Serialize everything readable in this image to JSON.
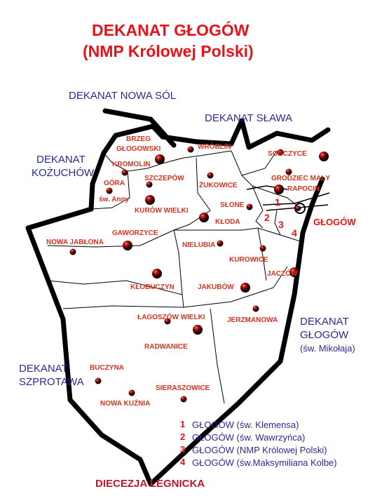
{
  "title": {
    "line1": "DEKANAT GŁOGÓW",
    "line2": "(NMP Królowej Polski)"
  },
  "neighbors": {
    "nowa_sol": "DEKANAT NOWA SÓL",
    "slawa": "DEKANAT SŁAWA",
    "kozuchow_1": "DEKANAT",
    "kozuchow_2": "KOŻUCHÓW",
    "glogow_mikolaja_1": "DEKANAT",
    "glogow_mikolaja_2": "GŁOGÓW",
    "glogow_mikolaja_3": "(św. Mikołaja)",
    "szprotawa_1": "DEKANAT",
    "szprotawa_2": "SZPROTAWA"
  },
  "city_label": "GŁOGÓW",
  "diocese": "DIECEZJA LEGNICKA",
  "towns": {
    "brzeg_1": "BRZEG",
    "brzeg_2": "GŁOGOWSKI",
    "wroblin": "WRÓBLIN",
    "sobczyce": "SOBCZYCE",
    "kromolin": "KROMOLIN",
    "gora": "GÓRA",
    "sw_anny": "św. Anny",
    "szczepow": "SZCZEPÓW",
    "zukowice": "ŻUKOWICE",
    "grodziec": "GRODZIEC  MAŁY",
    "rapocin": "RAPOCIN",
    "kurow": "KURÓW WIELKI",
    "slone": "SŁONE",
    "kloda": "KŁODA",
    "gaworzyce": "GAWORZYCE",
    "nowa_jablona": "NOWA JABŁONA",
    "nielubia": "NIELUBIA",
    "kurowice": "KUROWICE",
    "jaczow": "JACZÓW",
    "klobuczyn": "KŁOBUCZYN",
    "jakubow": "JAKUBÓW",
    "jerzmanowa": "JERZMANOWA",
    "lagoszow": "ŁAGOSZÓW WIELKI",
    "radwanice": "RADWANICE",
    "buczyna": "BUCZYNA",
    "sieraszowice": "SIERASZOWICE",
    "nowa_kuznia": "NOWA KUŹNIA"
  },
  "zone_numbers": [
    "1",
    "2",
    "3",
    "4"
  ],
  "legend": [
    {
      "num": "1",
      "text": "GŁOGÓW (św. Klemensa)"
    },
    {
      "num": "2",
      "text": "GŁOGÓW (św. Wawrzyńca)"
    },
    {
      "num": "3",
      "text": "GŁOGÓW (NMP Królowej Polski)"
    },
    {
      "num": "4",
      "text": "GŁOGÓW (św.Maksymiliana Kolbe)"
    }
  ],
  "colors": {
    "title": "#e8121a",
    "neighbor_label": "#2a2a92",
    "town_label": "#d8321e",
    "church_marker": "#8b0000",
    "border": "#000000"
  }
}
